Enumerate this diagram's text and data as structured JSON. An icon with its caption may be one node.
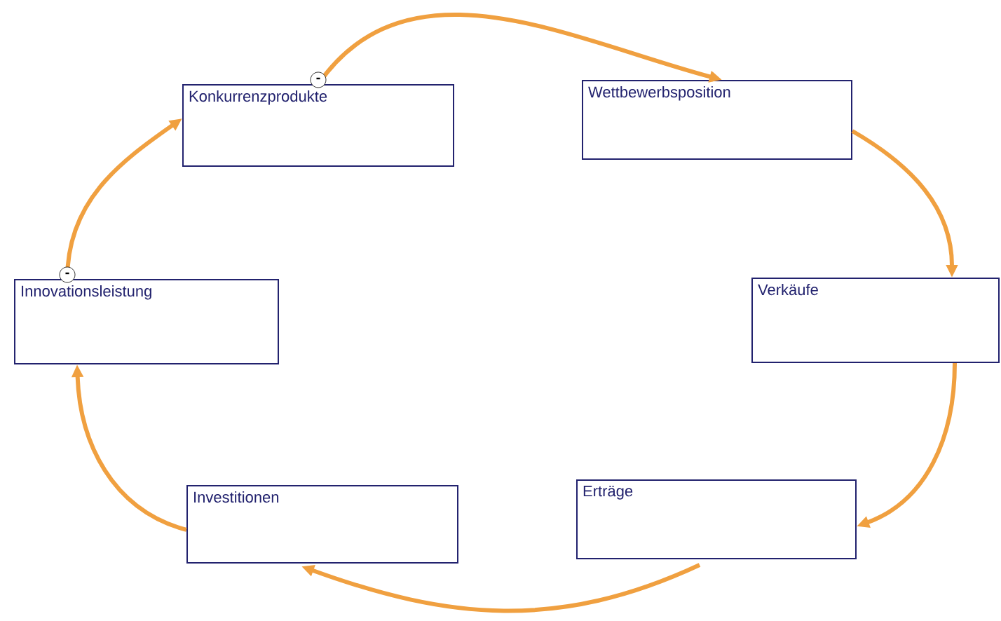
{
  "diagram": {
    "nodes": [
      {
        "text": [
          "Konkurrenzprodukte"
        ]
      },
      {
        "text": [
          "Wettbewerbsposition"
        ]
      },
      {
        "text": [
          "Innovationsleistung"
        ]
      },
      {
        "text": [
          "Verkäufe"
        ]
      },
      {
        "text": [
          "Investitionen"
        ]
      },
      {
        "text": [
          "Erträge"
        ]
      }
    ],
    "edges": [
      {
        "from": 0,
        "to": 1,
        "arrow": "to",
        "label": "-"
      },
      {
        "from": 1,
        "to": 3,
        "arrow": "to"
      },
      {
        "from": 3,
        "to": 5,
        "arrow": "to"
      },
      {
        "from": 5,
        "to": 4,
        "arrow": "to"
      },
      {
        "from": 4,
        "to": 2,
        "arrow": "to"
      },
      {
        "from": 2,
        "to": 0,
        "arrow": "to",
        "label": "-"
      }
    ]
  }
}
